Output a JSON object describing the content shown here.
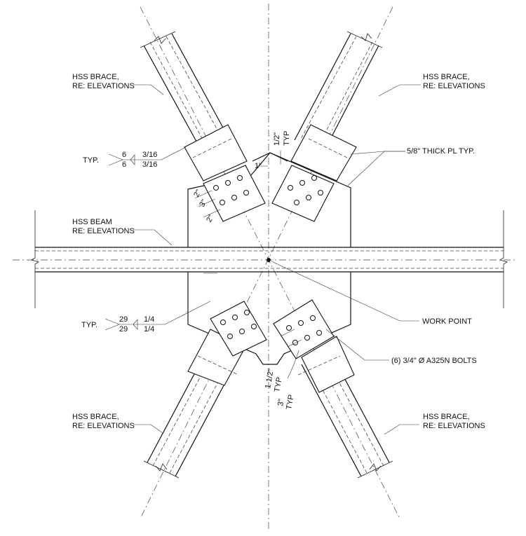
{
  "labels": {
    "brace_top_left": [
      "HSS BRACE,",
      "RE: ELEVATIONS"
    ],
    "brace_top_right": [
      "HSS BRACE,",
      "RE: ELEVATIONS"
    ],
    "brace_bottom_left": [
      "HSS BRACE,",
      "RE: ELEVATIONS"
    ],
    "brace_bottom_right": [
      "HSS BRACE,",
      "RE: ELEVATIONS"
    ],
    "beam": [
      "HSS BEAM",
      "RE: ELEVATIONS"
    ],
    "plate": "5/8\" THICK PL TYP.",
    "work_point": "WORK POINT",
    "bolts": "(6) 3/4\" Ø A325N BOLTS"
  },
  "welds": {
    "upper": {
      "typ": "TYP.",
      "len_top": "6",
      "len_bot": "6",
      "size_top": "3/16",
      "size_bot": "3/16"
    },
    "lower": {
      "typ": "TYP.",
      "len_top": "29",
      "len_bot": "29",
      "size_top": "1/4",
      "size_bot": "1/4"
    }
  },
  "dims": {
    "half_inch": "1/2\"",
    "half_inch_typ": "TYP",
    "one_inch": "1\"",
    "two_inch_a": "2\"",
    "three_inch_a": "3\"",
    "two_inch_b": "2\"",
    "one_half": "1 1/2\"",
    "one_half_typ": "TYP",
    "three_inch_b": "3\"",
    "three_inch_b_typ": "TYP"
  }
}
